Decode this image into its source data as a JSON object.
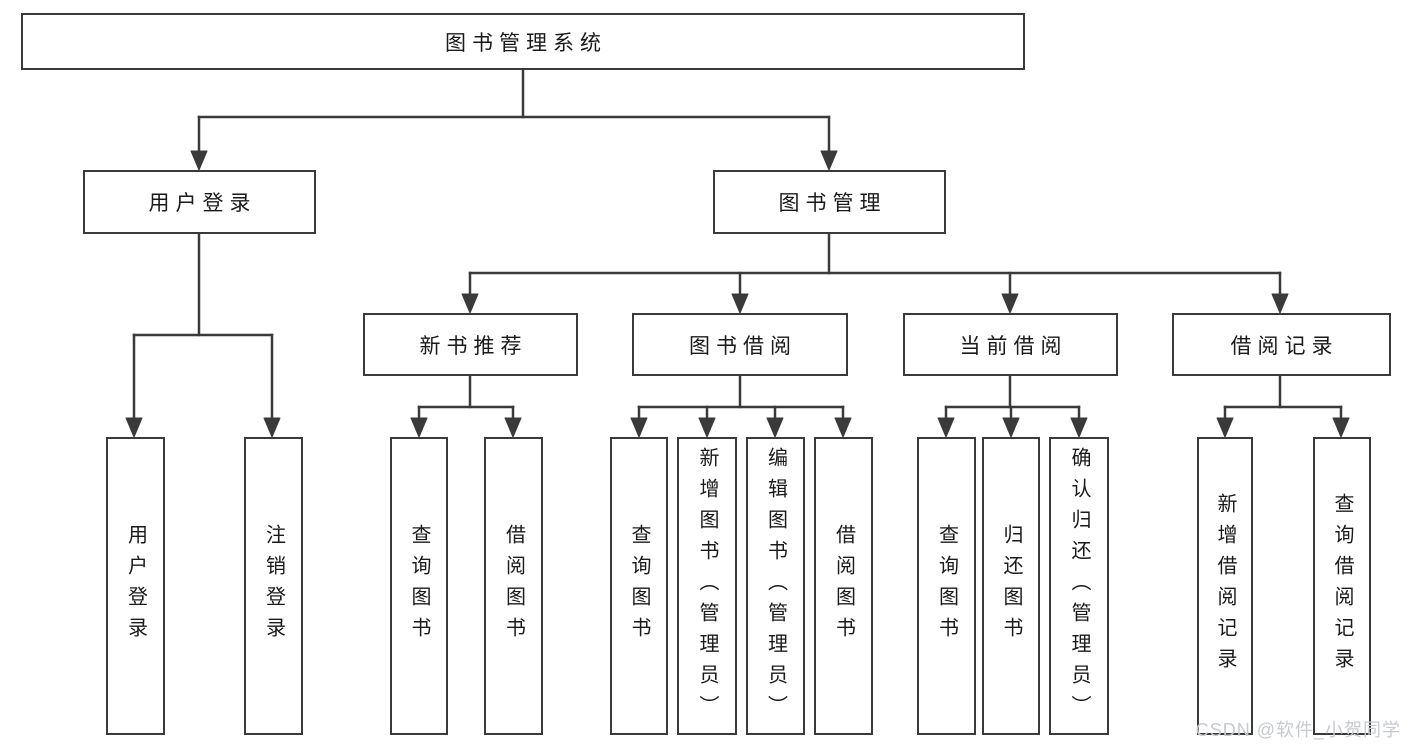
{
  "title": "图书管理系统",
  "watermark": "CSDN @软件_小贺同学",
  "colors": {
    "line": "#3a3a3a",
    "text": "#1a1a1a",
    "box_background": "#ffffff",
    "watermark": "#c7cad0",
    "background": "#ffffff"
  },
  "tree": {
    "label": "图书管理系统",
    "children": [
      {
        "label": "用户登录",
        "children": [
          {
            "label": "用户登录"
          },
          {
            "label": "注销登录"
          }
        ]
      },
      {
        "label": "图书管理",
        "children": [
          {
            "label": "新书推荐",
            "children": [
              {
                "label": "查询图书"
              },
              {
                "label": "借阅图书"
              }
            ]
          },
          {
            "label": "图书借阅",
            "children": [
              {
                "label": "查询图书"
              },
              {
                "label": "新增图书（管理员）"
              },
              {
                "label": "编辑图书（管理员）"
              },
              {
                "label": "借阅图书"
              }
            ]
          },
          {
            "label": "当前借阅",
            "children": [
              {
                "label": "查询图书"
              },
              {
                "label": "归还图书"
              },
              {
                "label": "确认归还（管理员）"
              }
            ]
          },
          {
            "label": "借阅记录",
            "children": [
              {
                "label": "新增借阅记录"
              },
              {
                "label": "查询借阅记录"
              }
            ]
          }
        ]
      }
    ]
  }
}
